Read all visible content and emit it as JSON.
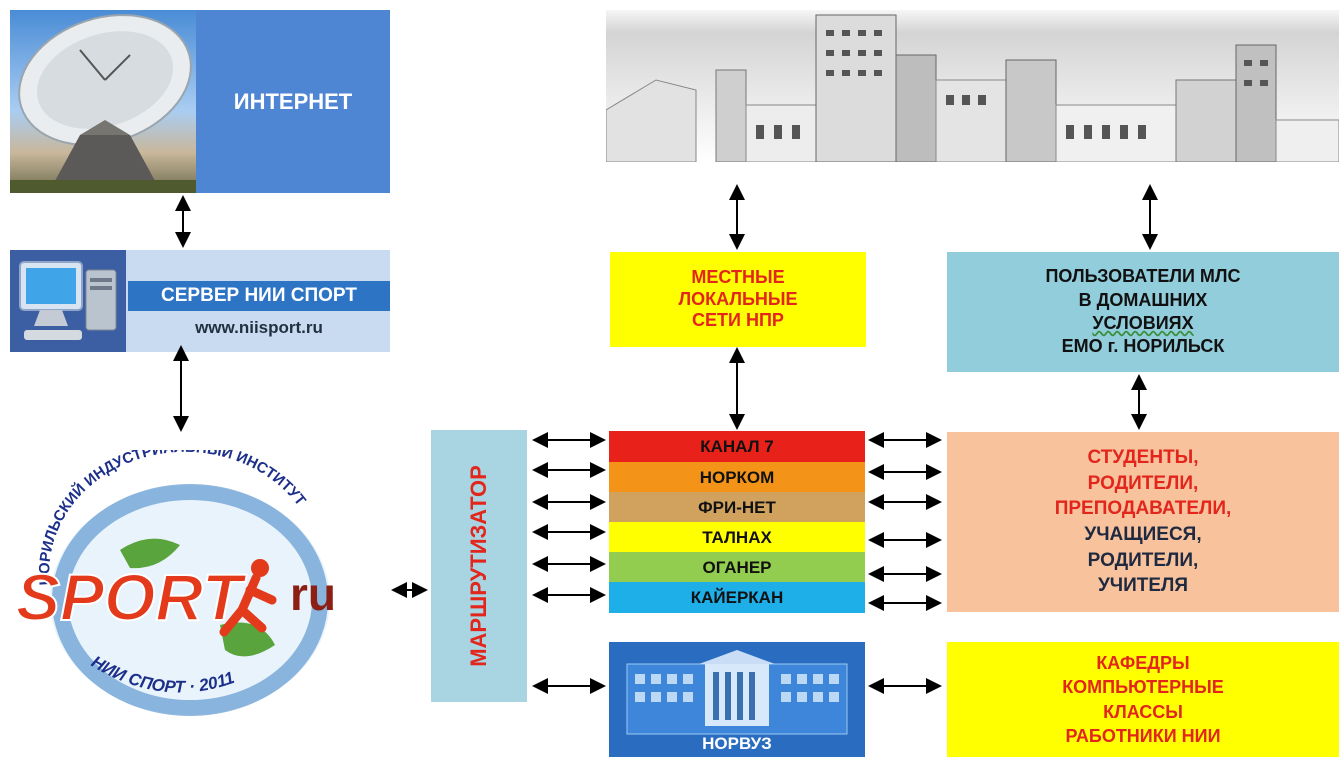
{
  "internet": {
    "label": "ИНТЕРНЕТ"
  },
  "server": {
    "title": "СЕРВЕР НИИ СПОРТ",
    "url": "www.niisport.ru"
  },
  "logo": {
    "arc_top": "НОРИЛЬСКИЙ ИНДУСТРИАЛЬНЫЙ ИНСТИТУТ",
    "word": "SPORT",
    "suffix": "ru",
    "arc_bottom": "НИИ СПОРТ · 2011"
  },
  "router": {
    "label": "МАРШРУТИЗАТОР"
  },
  "channels": [
    {
      "label": "КАНАЛ 7",
      "color": "#e8221b"
    },
    {
      "label": "НОРКОМ",
      "color": "#f39418"
    },
    {
      "label": "ФРИ-НЕТ",
      "color": "#d1a25e"
    },
    {
      "label": "ТАЛНАХ",
      "color": "#ffff00"
    },
    {
      "label": "ОГАНЕР",
      "color": "#92cd4f"
    },
    {
      "label": "КАЙЕРКАН",
      "color": "#1eaee8"
    }
  ],
  "local_nets": {
    "lines": [
      "МЕСТНЫЕ",
      "ЛОКАЛЬНЫЕ",
      "СЕТИ НПР"
    ]
  },
  "mls_users": {
    "lines": [
      "ПОЛЬЗОВАТЕЛИ МЛС",
      "В ДОМАШНИХ",
      "УСЛОВИЯХ",
      "ЕМО г. НОРИЛЬСК"
    ]
  },
  "people": {
    "lines": [
      "СТУДЕНТЫ,",
      "РОДИТЕЛИ,",
      "ПРЕПОДАВАТЕЛИ,",
      "УЧАЩИЕСЯ,",
      "РОДИТЕЛИ,",
      "УЧИТЕЛЯ"
    ]
  },
  "norvuz": {
    "label": "НОРВУЗ"
  },
  "kafedry": {
    "lines": [
      "КАФЕДРЫ",
      "КОМПЬЮТЕРНЫЕ",
      "КЛАССЫ",
      "РАБОТНИКИ НИИ"
    ]
  }
}
